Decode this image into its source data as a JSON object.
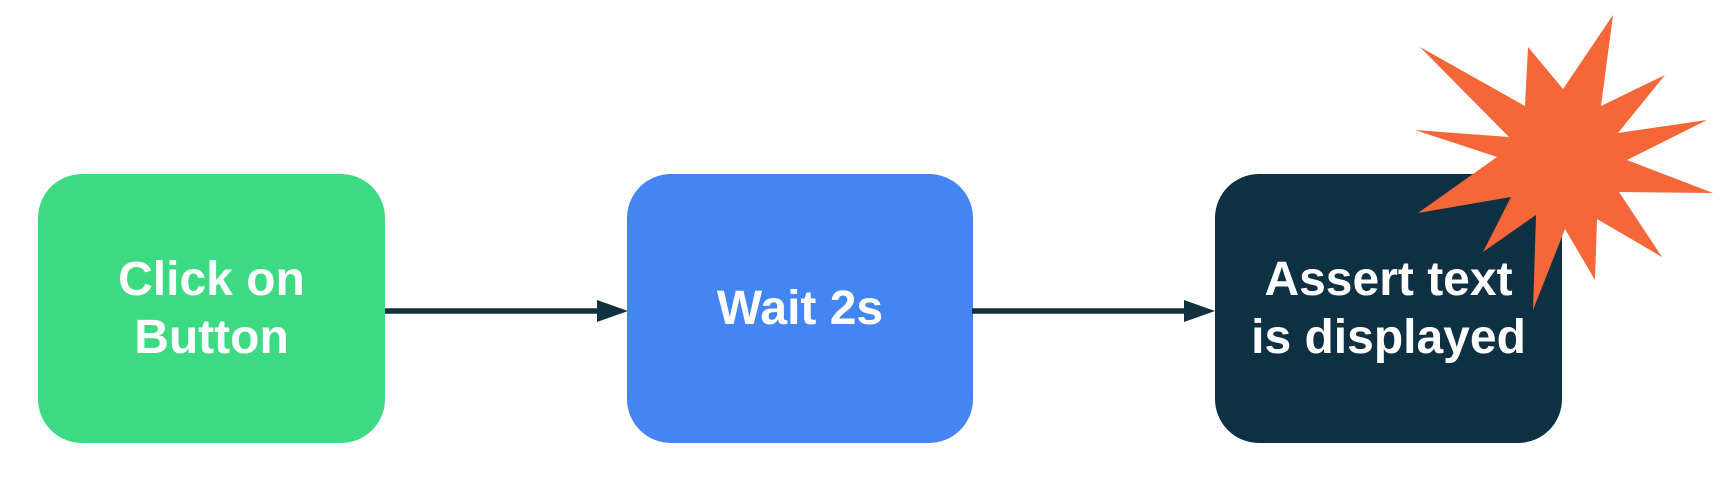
{
  "background_color": "#FFFFFF",
  "diagram": {
    "type": "flowchart",
    "direction": "left-to-right",
    "nodes": [
      {
        "id": "click-on-button",
        "label": "Click on Button",
        "lines": [
          "Click on",
          "Button"
        ],
        "color": "#3CDA83",
        "text_color": "#FFFFFF"
      },
      {
        "id": "wait-2s",
        "label": "Wait 2s",
        "lines": [
          "Wait 2s"
        ],
        "color": "#4385F2",
        "text_color": "#FFFFFF"
      },
      {
        "id": "assert-text-is-displayed",
        "label": "Assert text is displayed",
        "lines": [
          "Assert text",
          "is displayed"
        ],
        "color": "#0D3042",
        "text_color": "#FFFFFF"
      }
    ],
    "edges": [
      {
        "from": "click-on-button",
        "to": "wait-2s"
      },
      {
        "from": "wait-2s",
        "to": "assert-text-is-displayed"
      }
    ],
    "arrow_color": "#12303F",
    "burst": {
      "shape": "starburst",
      "color": "#F56638"
    }
  }
}
